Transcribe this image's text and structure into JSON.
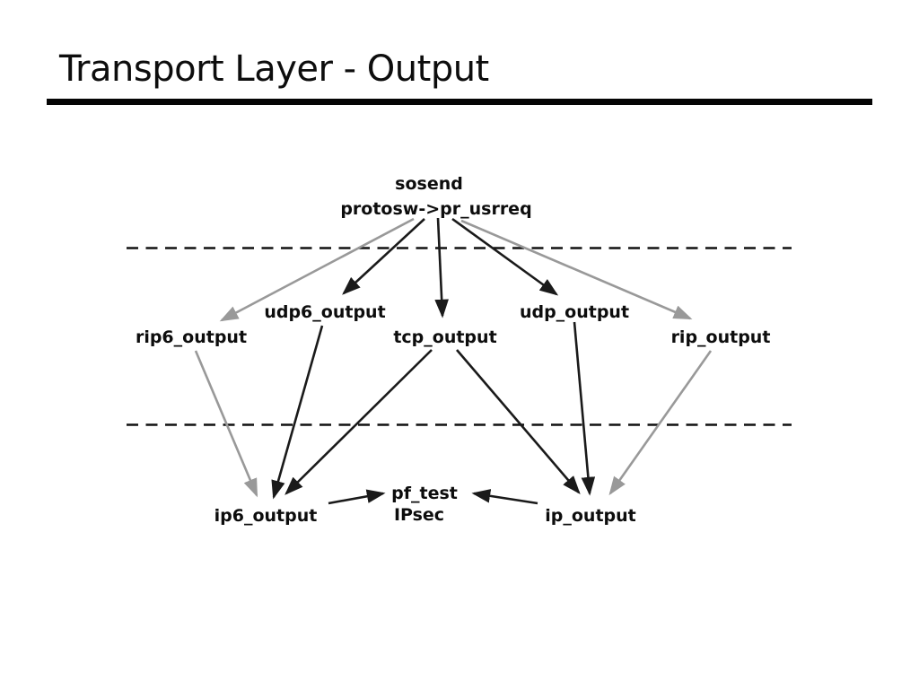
{
  "slide": {
    "title": "Transport Layer - Output"
  },
  "colors": {
    "background": "#ffffff",
    "text": "#0d0d0d",
    "black_arrow": "#1a1a1a",
    "gray_arrow": "#999999",
    "boundary_dash": "#111111"
  },
  "diagram": {
    "top_node": {
      "line1": "sosend",
      "line2": "protosw->pr_usrreq"
    },
    "transport_layer": {
      "rip6_output": "rip6_output",
      "udp6_output": "udp6_output",
      "tcp_output": "tcp_output",
      "udp_output": "udp_output",
      "rip_output": "rip_output"
    },
    "network_layer": {
      "ip6_output": "ip6_output",
      "pf_test": "pf_test",
      "ipsec": "IPsec",
      "ip_output": "ip_output"
    },
    "edges": [
      {
        "from": "protosw->pr_usrreq",
        "to": "rip6_output",
        "color": "gray"
      },
      {
        "from": "protosw->pr_usrreq",
        "to": "udp6_output",
        "color": "black"
      },
      {
        "from": "protosw->pr_usrreq",
        "to": "tcp_output",
        "color": "black"
      },
      {
        "from": "protosw->pr_usrreq",
        "to": "udp_output",
        "color": "black"
      },
      {
        "from": "protosw->pr_usrreq",
        "to": "rip_output",
        "color": "gray"
      },
      {
        "from": "rip6_output",
        "to": "ip6_output",
        "color": "gray"
      },
      {
        "from": "udp6_output",
        "to": "ip6_output",
        "color": "black"
      },
      {
        "from": "tcp_output",
        "to": "ip6_output",
        "color": "black"
      },
      {
        "from": "tcp_output",
        "to": "ip_output",
        "color": "black"
      },
      {
        "from": "udp_output",
        "to": "ip_output",
        "color": "black"
      },
      {
        "from": "rip_output",
        "to": "ip_output",
        "color": "gray"
      },
      {
        "from": "ip6_output",
        "to": "pf_test",
        "color": "black"
      },
      {
        "from": "ip_output",
        "to": "pf_test",
        "color": "black"
      }
    ]
  }
}
